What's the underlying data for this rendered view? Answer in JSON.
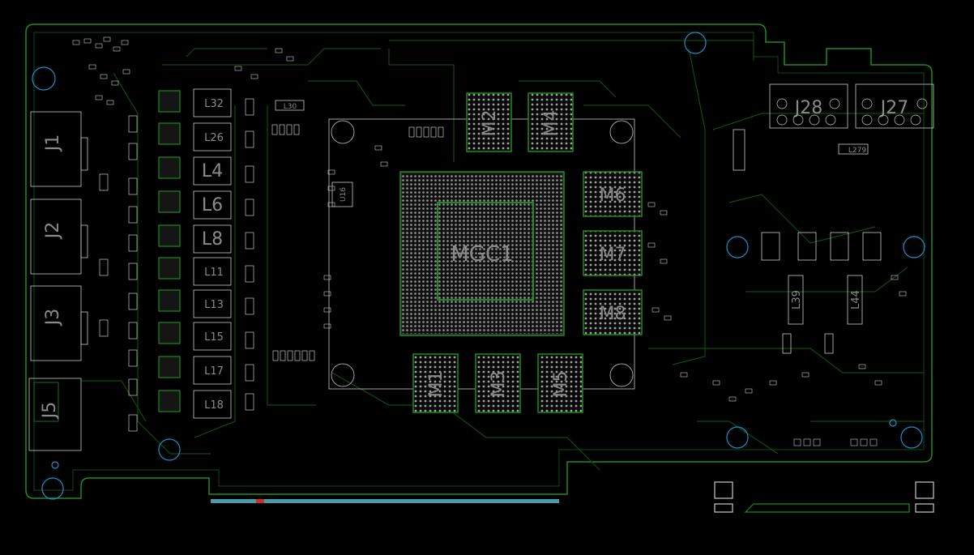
{
  "colors": {
    "background": "#000000",
    "outline": "#1f8a1f",
    "trace": "#0e4d0e",
    "silk": "#c8c8c8",
    "label": "#8a8a8a",
    "mount_hole": "#1e90c8",
    "connector": "#4a9aa8"
  },
  "labels": {
    "mgc1": "MGC1",
    "m1": "M1",
    "m2": "M2",
    "m3": "M3",
    "m4": "M4",
    "m5": "M5",
    "m6": "M6",
    "m7": "M7",
    "m8": "M8",
    "j1": "J1",
    "j2": "J2",
    "j3": "J3",
    "j5": "J5",
    "j27": "J27",
    "j28": "J28",
    "l32": "L32",
    "l26": "L26",
    "l4": "L4",
    "l6": "L6",
    "l8": "L8",
    "l11": "L11",
    "l13": "L13",
    "l15": "L15",
    "l17": "L17",
    "l18": "L18",
    "l30": "L30",
    "l39": "L39",
    "l44": "L44",
    "l279": "L279",
    "u16": "U16"
  }
}
